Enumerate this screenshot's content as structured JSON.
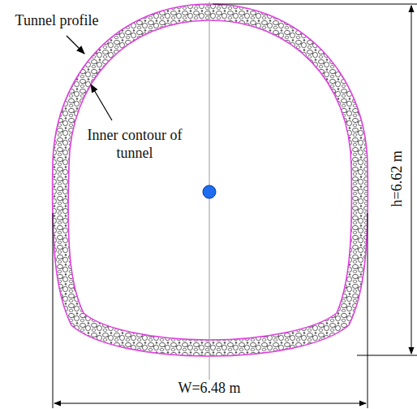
{
  "diagram": {
    "labels": [
      "Tunnel profile",
      "Inner contour of tunnel",
      "h=6.62 m",
      "W=6.48 m"
    ]
  }
}
